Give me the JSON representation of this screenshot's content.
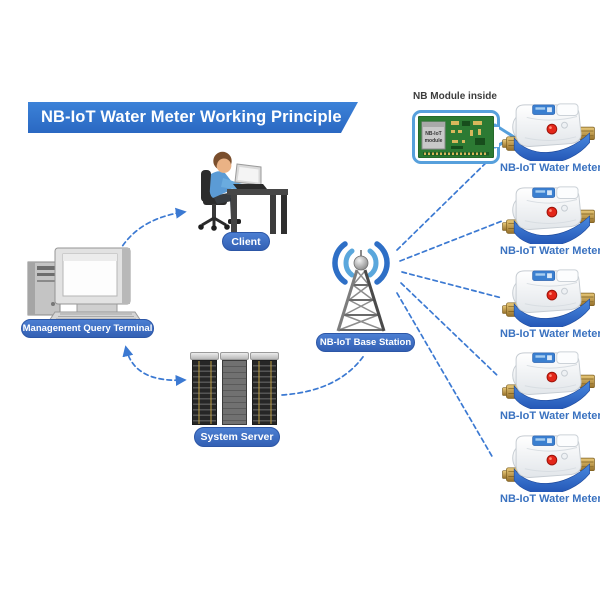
{
  "title": "NB-IoT Water Meter Working Principle",
  "module": {
    "label": "NB Module inside",
    "board_label_1": "NB-IoT",
    "board_label_2": "module"
  },
  "nodes": {
    "client": {
      "label": "Client"
    },
    "terminal": {
      "label": "Management Query Terminal"
    },
    "server": {
      "label": "System Server"
    },
    "base_station": {
      "label": "NB-IoT Base Station"
    }
  },
  "meters": {
    "items": [
      {
        "label": "NB-IoT Water Meter"
      },
      {
        "label": "NB-IoT Water Meter"
      },
      {
        "label": "NB-IoT Water Meter"
      },
      {
        "label": "NB-IoT Water Meter"
      },
      {
        "label": "NB-IoT Water Meter"
      }
    ]
  },
  "colors": {
    "banner_blue": "#2e72c8",
    "badge_blue": "#3f6ec2",
    "line_blue": "#3b79d2",
    "meter_label_blue": "#3a72c0",
    "pcb_green": "#2c7a33",
    "meter_pipe_blue": "#2f6fd8",
    "button_red": "#e32619",
    "brass": "#c9a14b"
  }
}
